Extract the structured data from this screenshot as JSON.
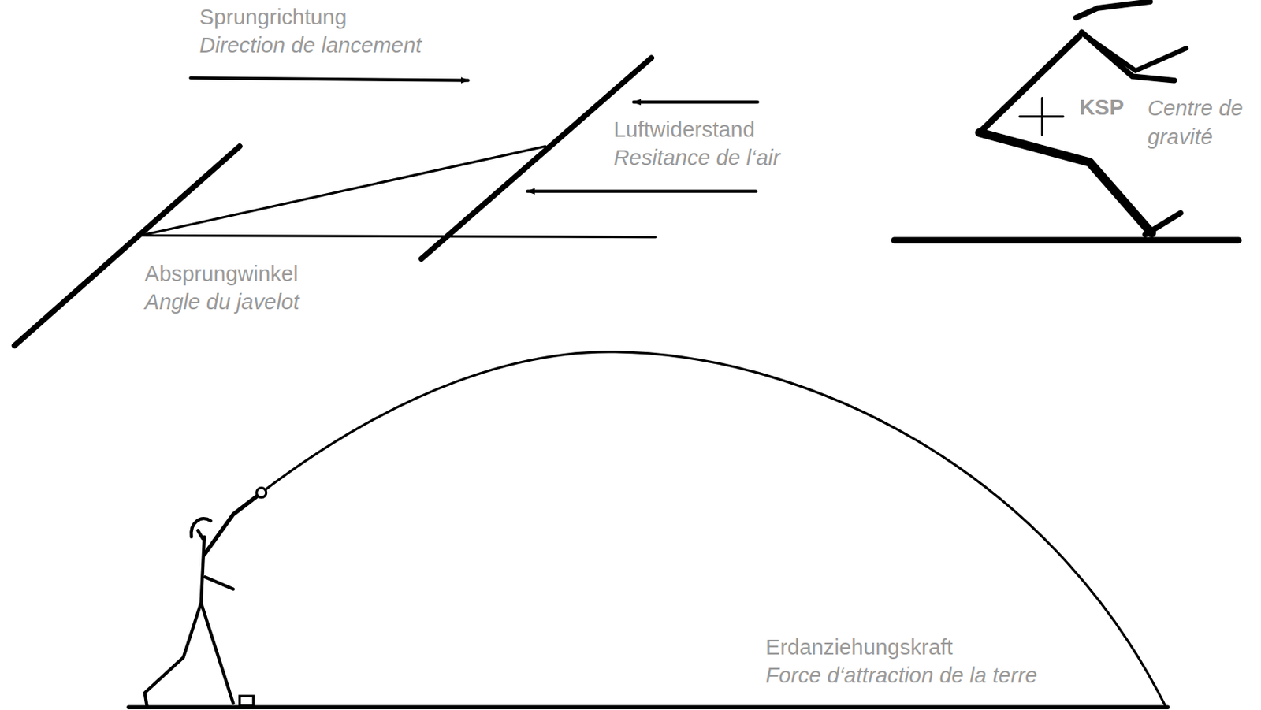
{
  "diagram": {
    "labels": [
      "Sprungrichtung",
      "Direction de lancement",
      "Luftwiderstand",
      "Resitance de l‘air",
      "Absprungwinkel",
      "Angle du javelot",
      "KSP",
      "Centre de gravité",
      "Erdanziehungskraft",
      "Force d‘attraction de la terre"
    ]
  }
}
